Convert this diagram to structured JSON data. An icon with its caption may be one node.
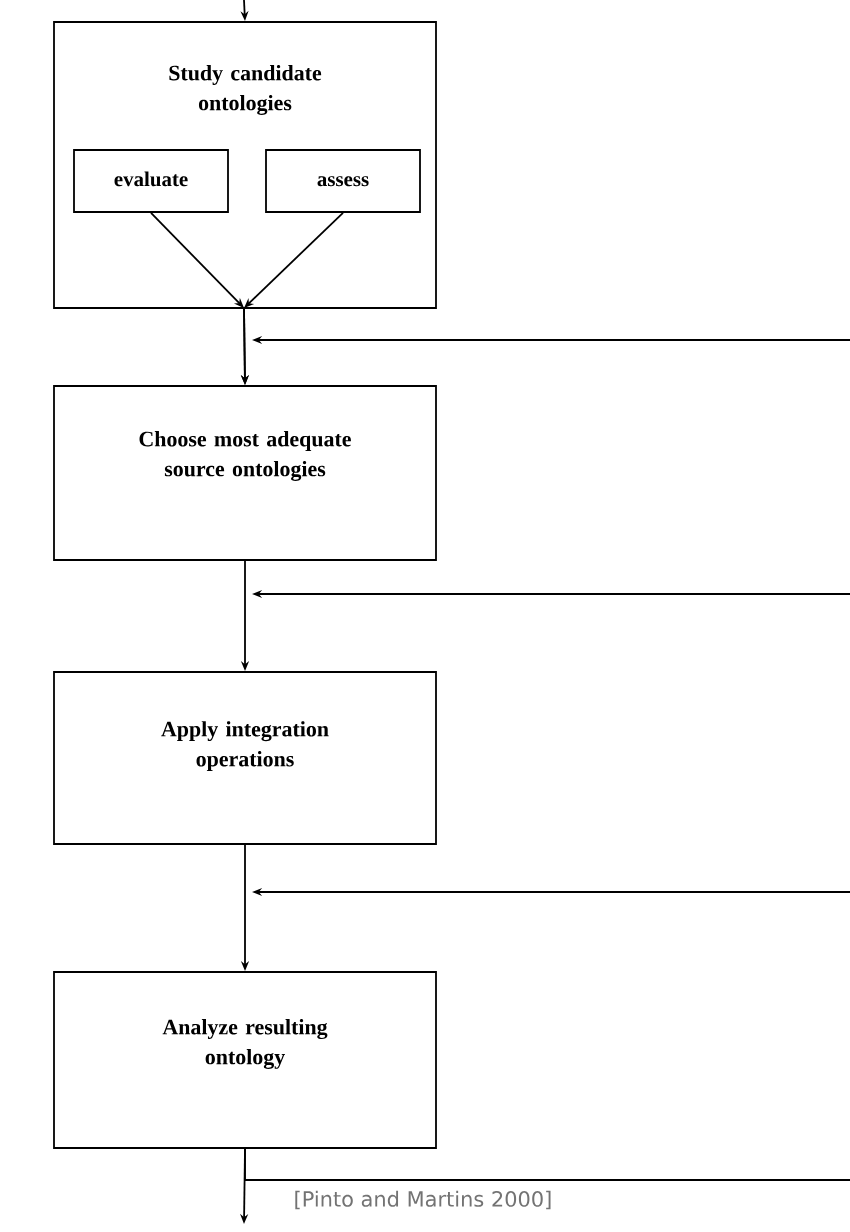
{
  "diagram": {
    "nodes": [
      {
        "text": [
          "Study candidate ontologies"
        ]
      },
      {
        "text": [
          "evaluate"
        ],
        "in": 0
      },
      {
        "text": [
          "assess"
        ],
        "in": 0
      },
      {
        "text": [
          "Choose most adequate source ontologies"
        ]
      },
      {
        "text": [
          "Apply integration operations"
        ]
      },
      {
        "text": [
          "Analyze resulting ontology"
        ]
      }
    ],
    "edges": [
      {
        "from": null,
        "to": 0,
        "arrow": "to"
      },
      {
        "from": 1,
        "to": 3,
        "arrow": "to"
      },
      {
        "from": 2,
        "to": 3,
        "arrow": "to"
      },
      {
        "from": null,
        "to": 3,
        "arrow": "to"
      },
      {
        "from": 3,
        "to": 4,
        "arrow": "to"
      },
      {
        "from": null,
        "to": 4,
        "arrow": "to"
      },
      {
        "from": 4,
        "to": 5,
        "arrow": "to"
      },
      {
        "from": null,
        "to": 5,
        "arrow": "to"
      },
      {
        "from": 5,
        "to": null,
        "arrow": "to"
      },
      {
        "from": 5,
        "to": null,
        "arrow": "none"
      }
    ],
    "labels": [
      "[Pinto and Martins 2000]"
    ]
  }
}
